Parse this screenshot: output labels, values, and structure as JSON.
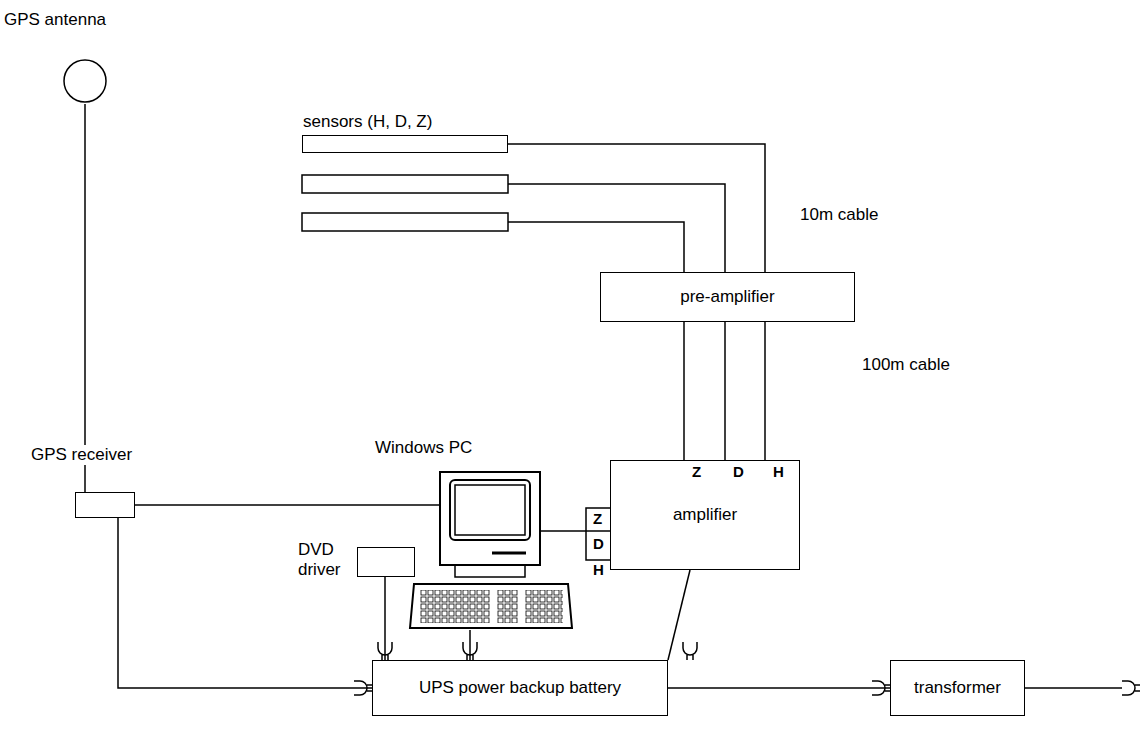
{
  "diagram": {
    "nodes": [
      {
        "text": [
          "GPS antenna"
        ]
      },
      {
        "text": [
          "sensors (H, D, Z)"
        ]
      },
      {
        "text": [
          "pre-amplifier"
        ]
      },
      {
        "text": [
          "GPS receiver"
        ]
      },
      {
        "text": [
          "Windows PC"
        ]
      },
      {
        "text": [
          "DVD driver"
        ]
      },
      {
        "text": [
          "amplifier"
        ]
      },
      {
        "text": [
          "UPS power backup battery"
        ]
      },
      {
        "text": [
          "transformer"
        ]
      }
    ],
    "edges": [
      {
        "from": 0,
        "to": 3,
        "arrow": "none"
      },
      {
        "from": 3,
        "to": 4,
        "arrow": "none"
      },
      {
        "from": 3,
        "to": 7,
        "arrow": "none"
      },
      {
        "from": 1,
        "to": 2,
        "arrow": "none"
      },
      {
        "from": 2,
        "to": 6,
        "arrow": "none"
      },
      {
        "from": 6,
        "to": 4,
        "arrow": "none"
      },
      {
        "from": 5,
        "to": 7,
        "arrow": "none"
      },
      {
        "from": 4,
        "to": 7,
        "arrow": "none"
      },
      {
        "from": 6,
        "to": 7,
        "arrow": "none"
      },
      {
        "from": 7,
        "to": 8,
        "arrow": "none"
      }
    ],
    "labels": [
      "10m cable",
      "100m cable",
      "Z",
      "D",
      "H",
      "Z",
      "D",
      "H"
    ]
  }
}
